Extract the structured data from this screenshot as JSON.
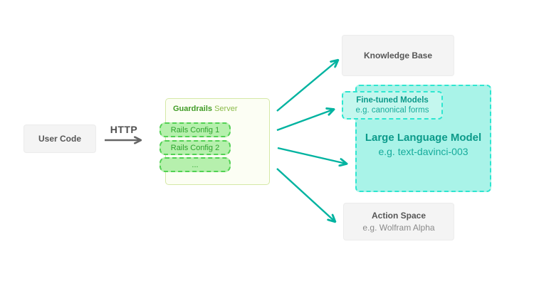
{
  "diagram": {
    "user_code": {
      "label": "User Code"
    },
    "http_arrow": {
      "label": "HTTP"
    },
    "guardrails_server": {
      "title_strong": "Guardrails",
      "title_rest": " Server",
      "rails": [
        "Rails Config 1",
        "Rails Config 2",
        "..."
      ]
    },
    "knowledge_base": {
      "label": "Knowledge Base"
    },
    "fine_tuned_models": {
      "title": "Fine-tuned Models",
      "subtitle": "e.g. canonical forms"
    },
    "large_language_model": {
      "title": "Large Language Model",
      "subtitle": "e.g. text-davinci-003"
    },
    "action_space": {
      "title": "Action Space",
      "subtitle": "e.g. Wolfram Alpha"
    },
    "colors": {
      "arrow_teal": "#00b3a0",
      "arrow_gray": "#666666",
      "green_fill": "#b6f0ad",
      "green_border": "#52d153",
      "teal_fill": "#a9f3e8",
      "teal_border": "#2ee6d0",
      "gray_fill": "#f4f4f4"
    }
  }
}
